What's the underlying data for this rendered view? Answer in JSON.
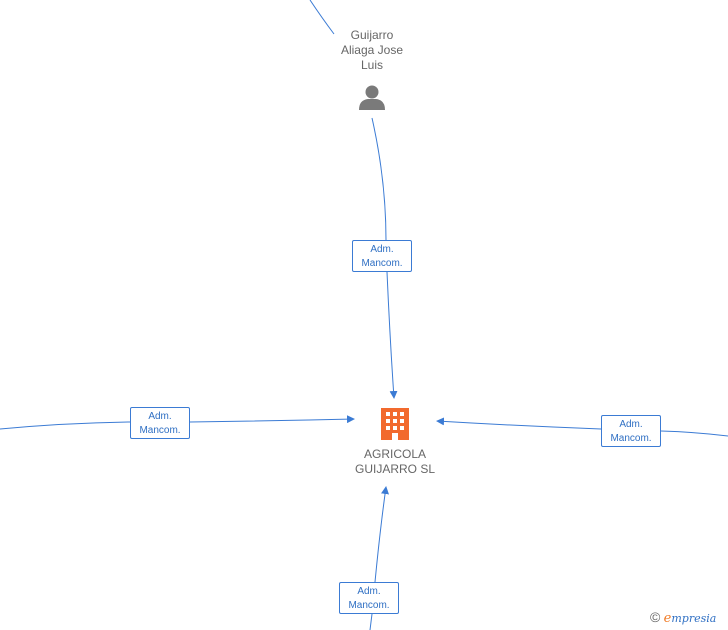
{
  "person": {
    "name": "Guijarro Aliaga Jose Luis",
    "name_lines": [
      "Guijarro",
      "Aliaga Jose",
      "Luis"
    ],
    "icon": "person-icon"
  },
  "company": {
    "name_lines": [
      "AGRICOLA",
      "GUIJARRO SL"
    ],
    "icon": "building-icon",
    "color": "#f26a2e"
  },
  "edges": [
    {
      "label_lines": [
        "Adm.",
        "Mancom."
      ]
    },
    {
      "label_lines": [
        "Adm.",
        "Mancom."
      ]
    },
    {
      "label_lines": [
        "Adm.",
        "Mancom."
      ]
    },
    {
      "label_lines": [
        "Adm.",
        "Mancom."
      ]
    }
  ],
  "colors": {
    "edge": "#3b7bd4",
    "person": "#7a7a7a",
    "label": "#666666"
  },
  "brand": {
    "copyright": "©",
    "e": "e",
    "rest": "mpresia"
  }
}
